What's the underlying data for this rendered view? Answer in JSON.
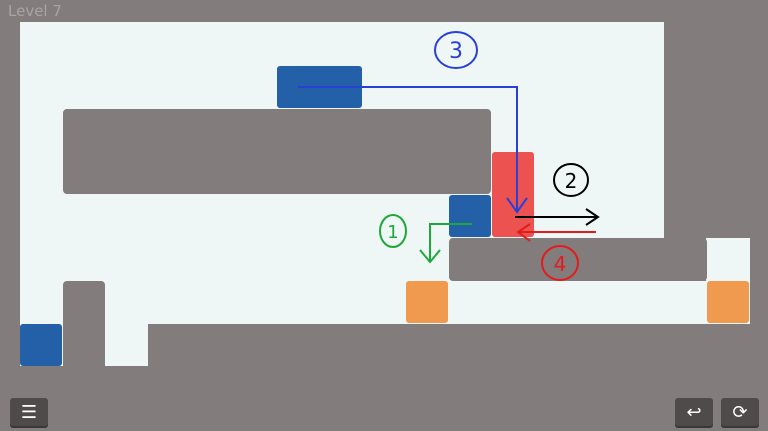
{
  "level_title": "Level 7",
  "buttons": {
    "menu": "☰",
    "undo": "↩",
    "restart": "⟳"
  },
  "annotations": [
    "1",
    "2",
    "3",
    "4"
  ],
  "colors": {
    "background": "#827c7c",
    "floor": "#eef7f5",
    "blue_block": "#2360a8",
    "red_block": "#ec5350",
    "orange_target": "#f09a50"
  }
}
